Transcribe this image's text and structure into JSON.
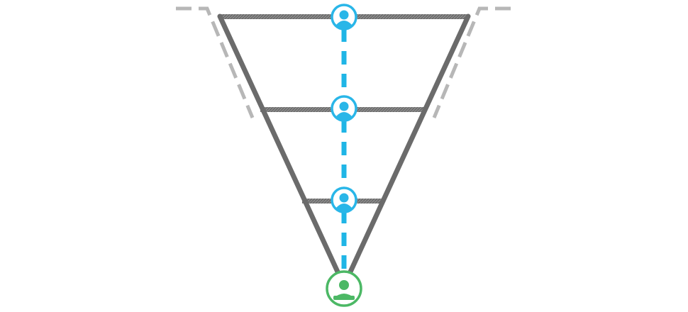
{
  "colors": {
    "funnel_stroke": "#6b6b6b",
    "edge_dash": "#b7b7b7",
    "edge_dash_light": "#d4d4d4",
    "stage_line": "#737373",
    "path_blue": "#1fb5e6",
    "person_blue": "#29b6e8",
    "converted_green": "#4cb865",
    "background": "#ffffff"
  },
  "icons": {
    "stage_icon": "person-circle-outline-icon",
    "converted_icon": "person-circle-solid-icon"
  },
  "funnel": {
    "stage_count": 3,
    "stages": [
      {
        "id": "stage-1",
        "icon": "person-circle-outline-icon"
      },
      {
        "id": "stage-2",
        "icon": "person-circle-outline-icon"
      },
      {
        "id": "stage-3",
        "icon": "person-circle-outline-icon"
      }
    ],
    "endpoint": {
      "id": "converted",
      "icon": "person-circle-solid-icon"
    }
  }
}
